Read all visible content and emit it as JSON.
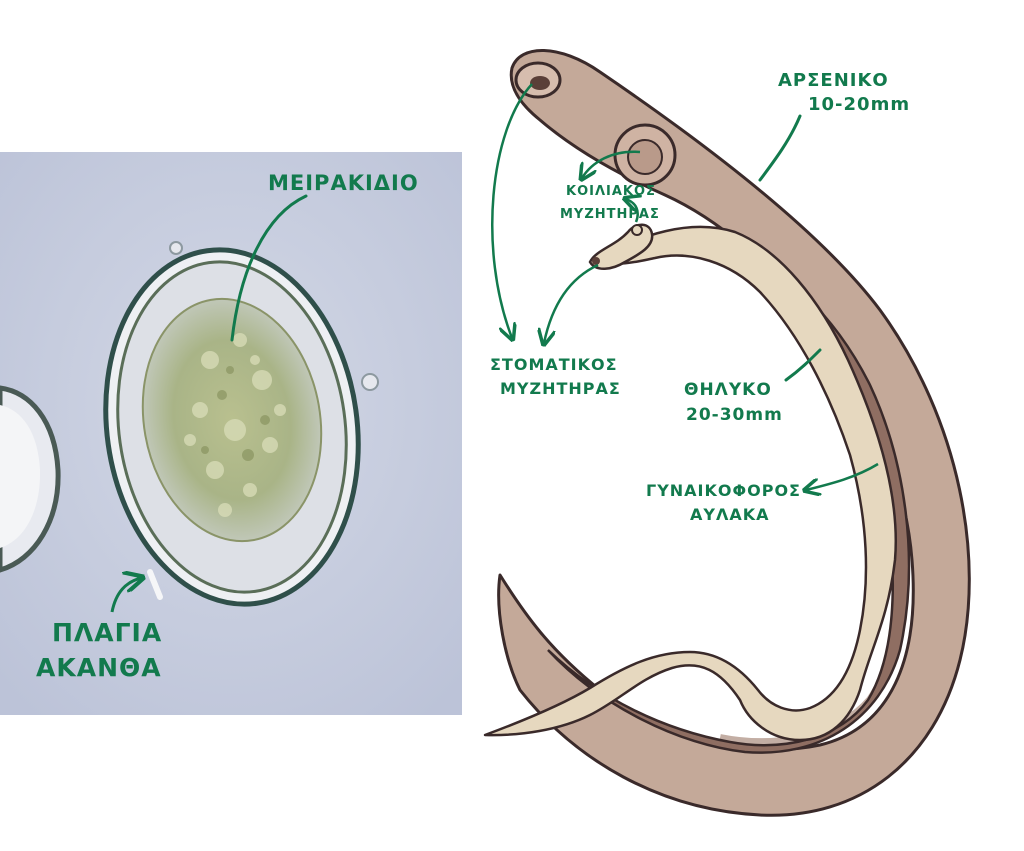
{
  "colors": {
    "label_green": "#127a4d",
    "micrograph_bg": "#c9cfe0",
    "worm_body": "#c4a999",
    "worm_outline": "#3a2a2a",
    "female_body": "#e6d8bf",
    "groove_shadow": "#a0786a"
  },
  "micrograph": {
    "labels": {
      "miracidium": "ΜΕΙΡΑΚΙΔΙΟ",
      "lateral_spine_1": "ΠΛΑΓΙΑ",
      "lateral_spine_2": "ΑΚΑΝΘΑ"
    }
  },
  "worm": {
    "labels": {
      "male_1": "ΑΡΣΕΝΙΚΟ",
      "male_2": "10-20mm",
      "ventral_sucker_1": "ΚΟΙΛΙΑΚΟΣ",
      "ventral_sucker_2": "ΜΥΖΗΤΗΡΑΣ",
      "oral_sucker_1": "ΣΤΟΜΑΤΙΚΟΣ",
      "oral_sucker_2": "ΜΥΖΗΤΗΡΑΣ",
      "female_1": "ΘΗΛΥΚΟ",
      "female_2": "20-30mm",
      "gynecophoral_1": "ΓΥΝΑΙΚΟΦΟΡΟΣ",
      "gynecophoral_2": "ΑΥΛΑΚΑ"
    }
  }
}
